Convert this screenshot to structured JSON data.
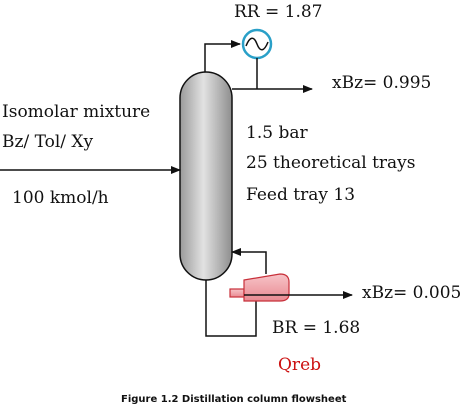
{
  "labels": {
    "rr": "RR = 1.87",
    "top_product": "xBz= 0.995",
    "feed_line1": "Isomolar mixture",
    "feed_line2": "Bz/ Tol/ Xy",
    "feed_flow": "100 kmol/h",
    "pressure": "1.5 bar",
    "trays": "25 theoretical trays",
    "feed_tray": "Feed tray  13",
    "bottom_product": "xBz= 0.005",
    "br": "BR = 1.68",
    "qreb": "Qreb"
  },
  "caption": "Figure 1.2 Distillation column flowsheet",
  "colors": {
    "line": "#111111",
    "column_fill": "#c4c4c4",
    "condenser_ring": "#2aa0c8",
    "reboiler_fill": "#f2a0a6",
    "reboiler_stroke": "#c8303a",
    "qreb_text": "#cc1111"
  },
  "icons": [
    "column-icon",
    "condenser-icon",
    "reboiler-icon"
  ]
}
